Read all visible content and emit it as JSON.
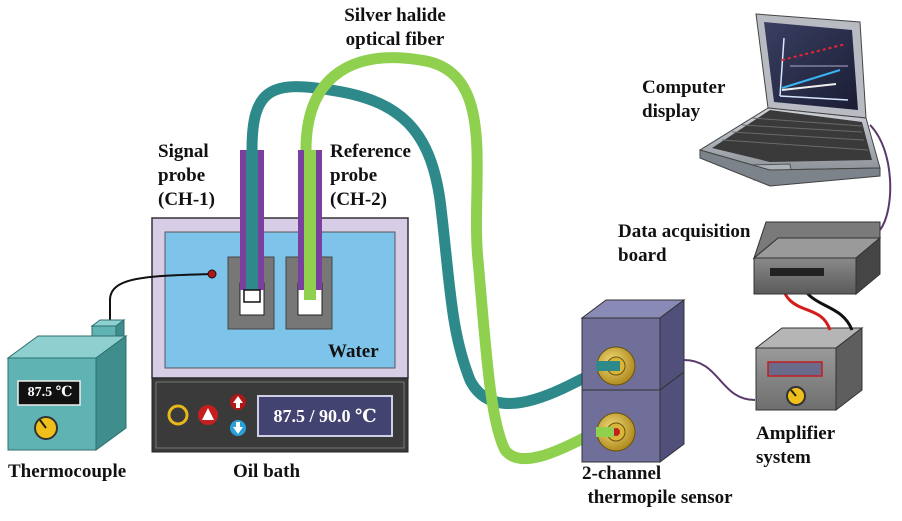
{
  "labels": {
    "fiber": [
      "Silver halide",
      "optical fiber"
    ],
    "computer": [
      "Computer",
      "display"
    ],
    "signal_probe": [
      "Signal",
      "probe",
      "(CH-1)"
    ],
    "reference_probe": [
      "Reference",
      "probe",
      "(CH-2)"
    ],
    "daq": [
      "Data acquisition",
      "board"
    ],
    "water": "Water",
    "amplifier": [
      "Amplifier",
      "system"
    ],
    "thermocouple": "Thermocouple",
    "oil_bath": "Oil bath",
    "thermopile": [
      "2-channel",
      "thermopile sensor"
    ]
  },
  "readouts": {
    "thermocouple_display": "87.5 ℃",
    "oil_bath_display": "87.5 / 90.0 ℃"
  },
  "colors": {
    "fiber_ch1": "#2e8a8a",
    "fiber_ch2": "#8fd14f",
    "probe_sleeve": "#7b3fa0",
    "water": "#7ec3ea",
    "bath_frame": "#d8cde6",
    "bath_base": "#3a3a3a",
    "thermocouple_box": "#5fb3b3",
    "sensor_block": "#6f6f9a",
    "gold": "#c9a227",
    "cable_red": "#d41c1c"
  },
  "icons": [
    "power-ring-icon",
    "warning-triangle-icon",
    "arrow-up-icon",
    "arrow-down-icon",
    "dial-knob-icon",
    "laptop-chart-icon"
  ]
}
